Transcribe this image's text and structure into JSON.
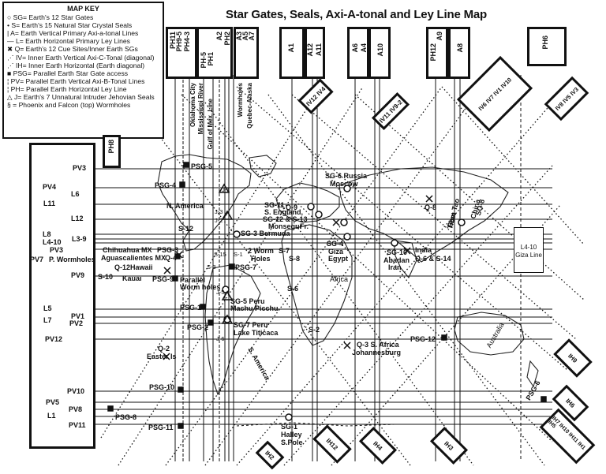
{
  "title": "Star Gates, Seals, Axi-A-tonal and Ley Line Map",
  "key": {
    "heading": "MAP KEY",
    "rows": [
      "SG= Earth's 12 Star Gates",
      "S= Earth's 15 Natural Star Crystal Seals",
      "A= Earth Vertical Primary Axi-a-tonal Lines",
      "L= Earth Horizontal Primary Ley Lines",
      "Q= Earth's 12 Cue Sites/Inner Earth SGs",
      "IV= Inner Earth Vertical  Axi-C-Tonal (diagonal)",
      "IH= Inner Earth Horizontal (Earth diagonal)",
      "PSG= Parallel Earth Star Gate access",
      "PV= Parallel Earth Vertical Axi-B-Tonal Lines",
      "PH= Parallel Earth Horizontal Ley Line",
      "J= Earth's 7 Unnatural Intruder Jehovian Seals",
      "= Phoenix and Falcon (top) Wormholes"
    ],
    "icons": [
      "circle-icon",
      "dot-icon",
      "vertical-line-icon",
      "horizontal-line-icon",
      "x-mark-icon",
      "dotted-line-icon",
      "dotted-line-icon",
      "square-icon",
      "dashed-line-icon",
      "dashed-line-icon",
      "triangle-icon",
      "wormhole-icon"
    ]
  },
  "top_labels": [
    "PH11",
    "PH9-5",
    "PH4-3",
    "PH-5",
    "PH1",
    "A2",
    "PH2",
    "Wormholes",
    "A5",
    "A3",
    "A7",
    "A1",
    "A12",
    "A11",
    "A6",
    "A4",
    "A10",
    "PH12",
    "A9",
    "A8",
    "PH6"
  ],
  "top_boxes": [
    "PH11",
    "PH4-3",
    "A2 / PH2",
    "A3 A7",
    "A1",
    "A12 A11",
    "A6 A4",
    "A10",
    "PH12 A9",
    "A8",
    "PH6"
  ],
  "vertical_place_labels": [
    "Oklahoma City",
    "Mississippi River",
    "Gulf of Mex. Line",
    "Wormholes",
    "Quebec-Alaska"
  ],
  "left_lines": [
    "PV3",
    "PV4",
    "L6",
    "L11",
    "L12",
    "L8",
    "L4-10",
    "L3-9",
    "PV3",
    "PV7",
    "PV9",
    "L5",
    "L7",
    "PV1",
    "PV2",
    "PV12",
    "PV10",
    "PV5",
    "PV8",
    "L1",
    "PV11"
  ],
  "left_box_label": "P. Wormholes",
  "ph8": "PH8",
  "iv_boxes": [
    "IV12 IV4",
    "IV11 IV9-2",
    "IV6 IV7 IV1 IV10",
    "IV8 IV5 IV3"
  ],
  "ih_boxes": [
    "IH9",
    "IH6",
    "IH7 IH10 IH11 IH1 IH5",
    "IH2",
    "IH12",
    "IH4",
    "IH3"
  ],
  "places": {
    "n_america": "N. America",
    "s12": "S-12",
    "chihuahua": "Chihuahua MX",
    "aguascalientes": "Aguascalientes MX",
    "q4": "Q-4",
    "psg3": "PSG-3",
    "q12": "Q-12Hawaii",
    "kauai": "Kauai",
    "psg9": "PSG-9",
    "s10": "S-10",
    "parallel_worm": "Parallel",
    "worm_holes": "Worm holes",
    "psg4": "PSG-4",
    "psg5": "PSG-5",
    "sg3": "SG-3 Bermuda",
    "two_worm": "2 Worm",
    "holes": "Holes",
    "psg7": "PSG-7",
    "sg5": "SG-5 Peru",
    "machu": "Machu Picchu",
    "sg7": "SG-7 Peru",
    "titicaca": "Lake Titicaca",
    "psg1": "PSG-1",
    "psg2": "PSG-2",
    "q2": "Q-2",
    "easter": "Easter Is",
    "psg10": "PSG-10",
    "psg8": "PSG-8",
    "psg11": "PSG-11",
    "s_america": "S. America",
    "sg1": "SG-1",
    "halley": "Halley",
    "spole": "S.Pole",
    "sg11": "SG-11",
    "england": "S. England,",
    "sg12": "SG-12 & S-13",
    "monsegur": "Monsegur",
    "fr": "Fr.",
    "sg6": "SG-6 Russia",
    "moscow": "Moscow",
    "sg4": "SG-4",
    "giza": "Giza",
    "egypt": "Egypt",
    "africa": "Africa",
    "sg10": "SG-10",
    "abadan": "Abadan",
    "iran": "Iran",
    "q3": "Q-3 S. Africa",
    "johannesburg": "Johannesburg",
    "s8": "S-8",
    "s7": "S-7",
    "s6": "S-6",
    "s2": "S-2",
    "india": "India",
    "q6": "Q-6 & S-14",
    "psg12": "PSG-12",
    "australia": "Australia",
    "psg6": "PSG-6",
    "bam": "Bam Tao",
    "tibet": "Tibet",
    "china": "China",
    "sg8": "SG-8",
    "q9": "Q-9",
    "q8": "Q-8",
    "giza_box": "L4-10 Giza Line",
    "psg_left": "PSG-1",
    "j1": "J-1",
    "j2": "J-2",
    "j3": "J-3",
    "j5": "J-5",
    "j6": "J-6",
    "s15": "S-15",
    "s3": "S-3",
    "s1": "S-1"
  },
  "colors": {
    "ink": "#111111",
    "paper": "#ffffff"
  }
}
